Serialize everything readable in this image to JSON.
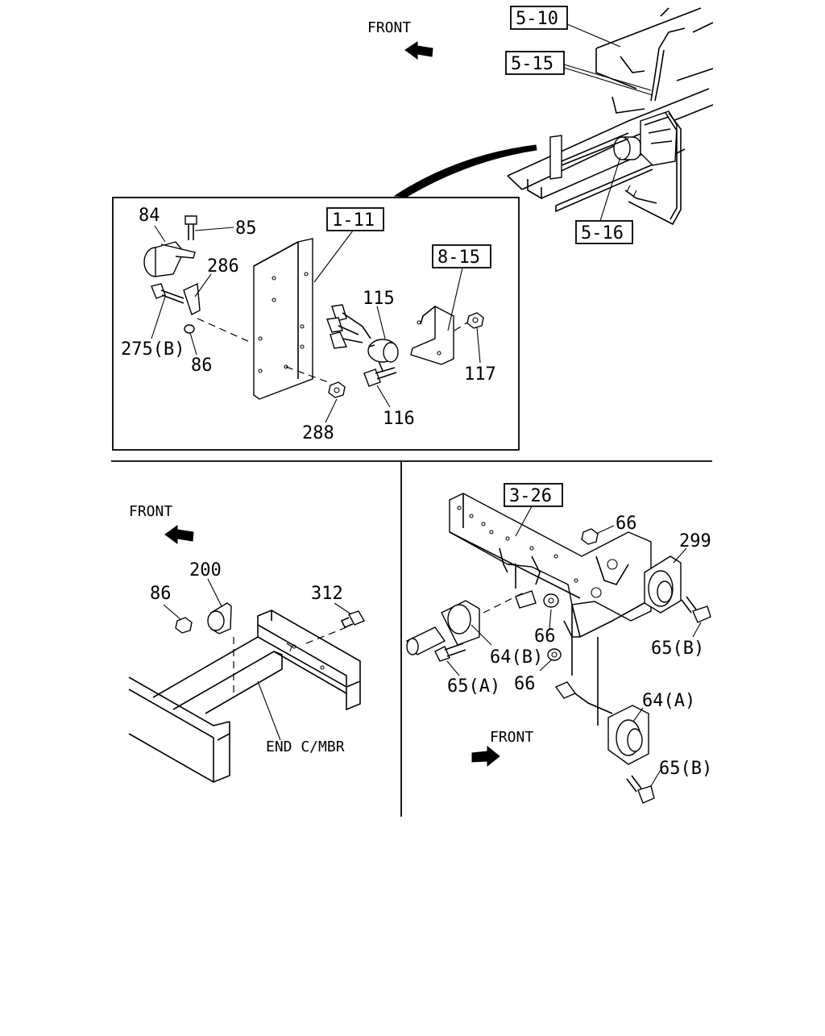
{
  "refs": {
    "r_5_10": "5-10",
    "r_5_15": "5-15",
    "r_5_16": "5-16",
    "r_1_11": "1-11",
    "r_8_15": "8-15",
    "r_3_26": "3-26"
  },
  "parts": {
    "p84": "84",
    "p85": "85",
    "p286": "286",
    "p275b": "275(B)",
    "p86_inset": "86",
    "p115": "115",
    "p117": "117",
    "p116": "116",
    "p288": "288",
    "p200": "200",
    "p86_left": "86",
    "p312": "312",
    "p66_a": "66",
    "p299": "299",
    "p66_b": "66",
    "p64b": "64(B)",
    "p65a": "65(A)",
    "p66_c": "66",
    "p65b_top": "65(B)",
    "p64a": "64(A)",
    "p65b_bottom": "65(B)"
  },
  "direction": {
    "front_top": "FRONT",
    "front_left": "FRONT",
    "front_right": "FRONT"
  },
  "notes": {
    "end_cmbr": "END C/MBR"
  }
}
